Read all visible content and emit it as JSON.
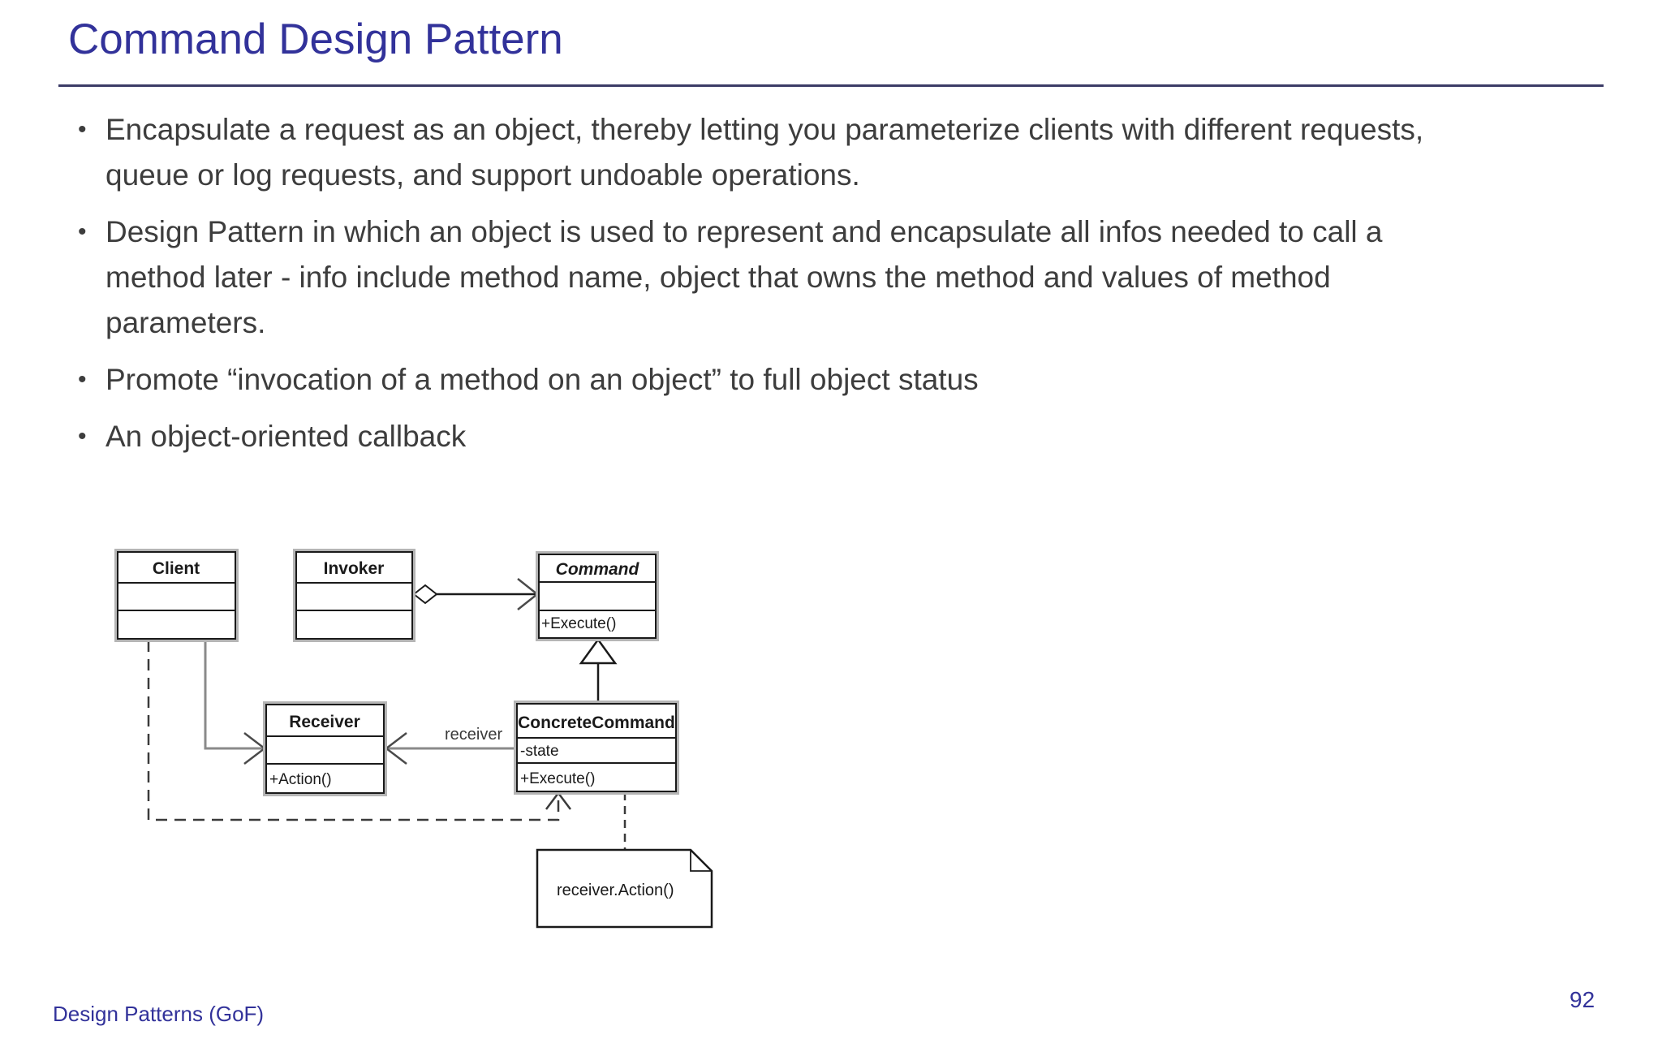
{
  "slide": {
    "title": "Command Design Pattern",
    "bullet_char": "•",
    "bullets": [
      "Encapsulate a request as an object, thereby letting you parameterize clients with different requests, queue or log requests, and support undoable operations.",
      "Design Pattern in which an object is used to represent and encapsulate all infos needed to call a method later - info include method name, object that owns the method and values of method parameters.",
      "Promote “invocation of a method on an object” to full object status",
      "An object-oriented callback"
    ],
    "footer_left": "Design Patterns (GoF)",
    "page_number": "92"
  },
  "colors": {
    "accent": "#32329A",
    "body_text": "#3d3d3d",
    "diagram_line": "#1a1a1a",
    "association_gray": "#8a8a8a"
  },
  "diagram": {
    "classes": [
      {
        "name": "Client",
        "attributes": [],
        "methods": []
      },
      {
        "name": "Invoker",
        "attributes": [],
        "methods": []
      },
      {
        "name": "Command",
        "attributes": [],
        "methods": [
          "+Execute()"
        ]
      },
      {
        "name": "Receiver",
        "attributes": [],
        "methods": [
          "+Action()"
        ]
      },
      {
        "name": "ConcreteCommand",
        "attributes": [
          "-state"
        ],
        "methods": [
          "+Execute()"
        ]
      }
    ],
    "receiver_edge_label": "receiver",
    "note_text": "receiver.Action()"
  }
}
